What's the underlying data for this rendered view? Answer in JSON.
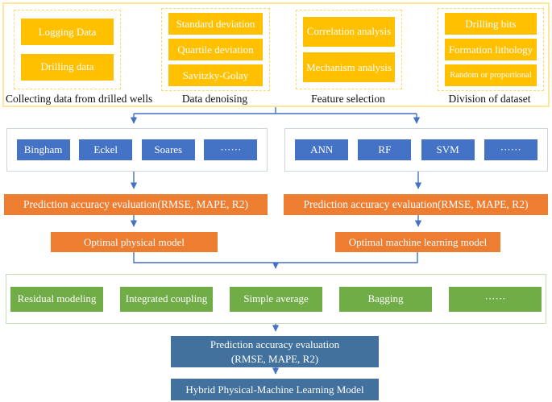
{
  "colors": {
    "yellow_box": "#FFC000",
    "top_border": "#FFE699",
    "group_dashed_border": "#FFD966",
    "blue_box": "#4472C4",
    "model_container_border": "#CDD6E4",
    "orange": "#ED7D31",
    "green_box": "#70AD47",
    "green_container_border": "#C5E0B4",
    "steel_blue": "#41719C",
    "arrow": "#4472C4",
    "caption_text": "#111111"
  },
  "pipeline": {
    "groups": [
      {
        "caption": "Collecting data from drilled wells",
        "boxes": [
          "Logging Data",
          "Drilling data"
        ]
      },
      {
        "caption": "Data denoising",
        "boxes": [
          "Standard deviation",
          "Quartile deviation",
          "Savitzky-Golay"
        ]
      },
      {
        "caption": "Feature selection",
        "boxes": [
          "Correlation analysis",
          "Mechanism analysis"
        ]
      },
      {
        "caption": "Division of dataset",
        "boxes": [
          "Drilling bits",
          "Formation lithology",
          "Random or proportional"
        ]
      }
    ]
  },
  "physical_models": {
    "items": [
      "Bingham",
      "Eckel",
      "Soares",
      "······"
    ]
  },
  "ml_models": {
    "items": [
      "ANN",
      "RF",
      "SVM",
      "······"
    ]
  },
  "evaluation": {
    "left": "Prediction accuracy evaluation(RMSE, MAPE, R2)",
    "right": "Prediction accuracy evaluation(RMSE, MAPE, R2)"
  },
  "optimal": {
    "left": "Optimal physical model",
    "right": "Optimal machine learning model"
  },
  "hybrid_methods": {
    "items": [
      "Residual modeling",
      "Integrated coupling",
      "Simple average",
      "Bagging",
      "······"
    ]
  },
  "final_evaluation": {
    "line1": "Prediction accuracy evaluation",
    "line2": "(RMSE, MAPE, R2)"
  },
  "final_model": "Hybrid Physical-Machine Learning Model"
}
